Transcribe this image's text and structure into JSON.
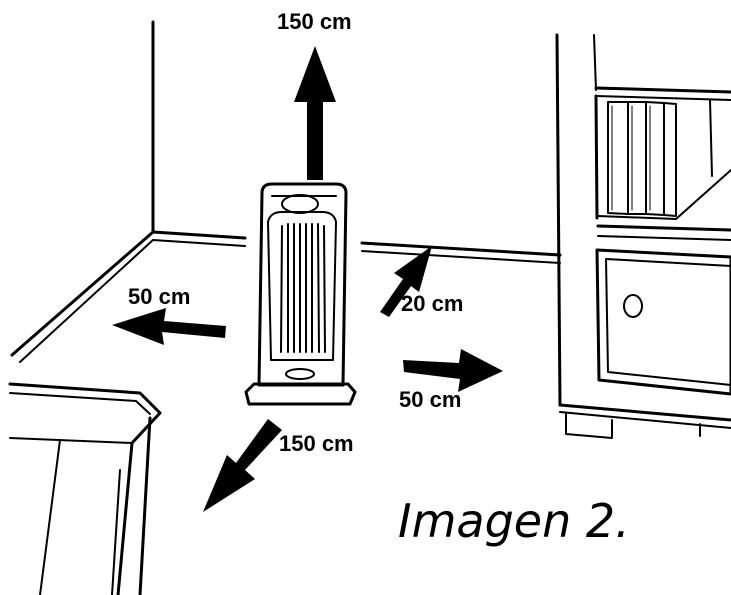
{
  "clearances": {
    "top": "150 cm",
    "left": "50 cm",
    "back_right": "20 cm",
    "right": "50 cm",
    "front": "150 cm"
  },
  "caption": "Imagen 2."
}
